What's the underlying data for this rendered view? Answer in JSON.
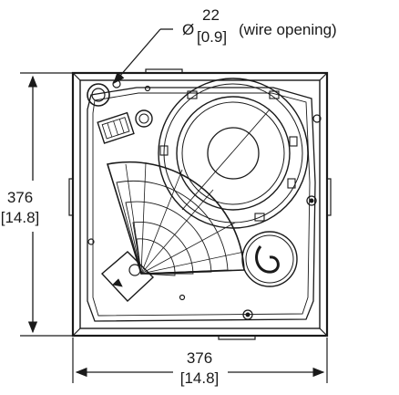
{
  "wire_opening": {
    "symbol": "Ø",
    "mm": "22",
    "inch": "[0.9]",
    "note": "(wire opening)"
  },
  "height_dimension": {
    "mm": "376",
    "inch": "[14.8]"
  },
  "width_dimension": {
    "mm": "376",
    "inch": "[14.8]"
  },
  "colors": {
    "line": "#1a1a1a",
    "background": "#ffffff"
  }
}
